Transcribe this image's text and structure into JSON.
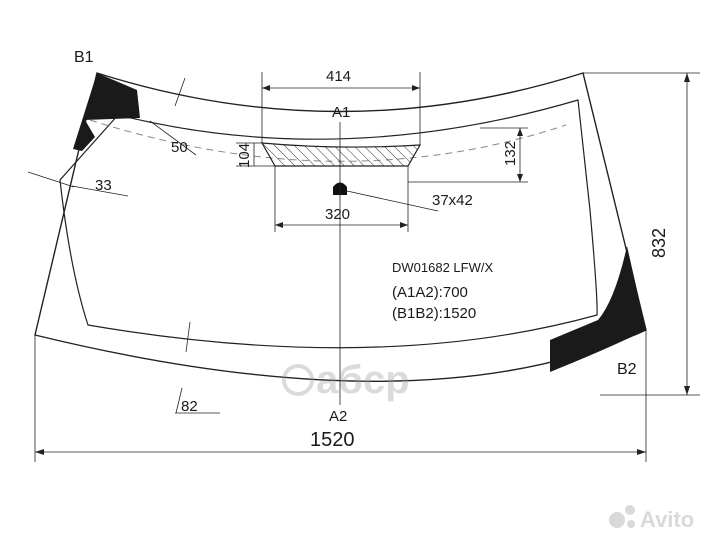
{
  "corner_labels": {
    "top_left": "B1",
    "bottom_right": "B2",
    "top_center": "A1",
    "bottom_center": "A2"
  },
  "dimensions": {
    "overall_width": "1520",
    "overall_height": "832",
    "sensor_width": "414",
    "sensor_height": "104",
    "sensor_base": "320",
    "offset_top": "50",
    "offset_side": "33",
    "offset_bottom": "82",
    "offset_right": "132",
    "hole_size": "37x42"
  },
  "part_info": {
    "code": "DW01682 LFW/X",
    "a_measure": "(A1A2):700",
    "b_measure": "(B1B2):1520"
  },
  "watermarks": {
    "brand_center": "aбcp",
    "brand_corner": "Avito"
  },
  "colors": {
    "outline": "#222222",
    "frit": "#1a1a1a",
    "watermark": "#cfcfcf"
  }
}
